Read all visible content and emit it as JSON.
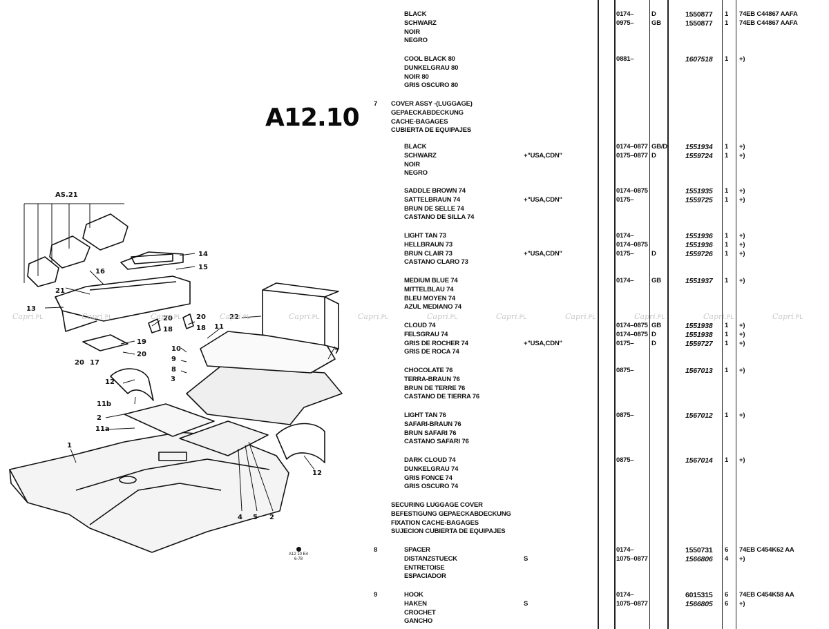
{
  "page": {
    "title": "A12.10",
    "watermark": "Capri",
    "watermark_suffix": ".PL"
  },
  "stamp": {
    "line1": "A12 10 E4",
    "line2": "6-78"
  },
  "diagram": {
    "callouts": [
      "AS.21",
      "14",
      "15",
      "16",
      "21",
      "13",
      "20",
      "18",
      "19",
      "20",
      "17",
      "20",
      "20",
      "18",
      "11",
      "22",
      "7",
      "10",
      "9",
      "8",
      "3",
      "12",
      "11b",
      "2",
      "11a",
      "1",
      "4",
      "5",
      "2",
      "12"
    ]
  },
  "rows": [
    {
      "ref": "",
      "lines": [
        "BLACK",
        "SCHWARZ",
        "NOIR",
        "NEGRO"
      ],
      "notes": [],
      "dates": [
        "0174–",
        "0975–"
      ],
      "codes": [
        "D",
        "GB"
      ],
      "parts": [
        "1550877",
        "1550877"
      ],
      "italic": false,
      "qty": [
        "1",
        "1"
      ],
      "refs": [
        "74EB C44867 AAFA",
        "74EB C44867 AAFA"
      ]
    },
    {
      "ref": "",
      "lines": [
        "COOL BLACK 80",
        "DUNKELGRAU 80",
        "NOIR 80",
        "GRIS OSCURO 80"
      ],
      "notes": [],
      "dates": [
        "0881–"
      ],
      "codes": [],
      "parts": [
        "1607518"
      ],
      "italic": true,
      "qty": [
        "1"
      ],
      "refs": [
        "+)"
      ]
    },
    {
      "ref": "7",
      "header": true,
      "lines": [
        "COVER ASSY -(LUGGAGE)",
        "GEPAECKABDECKUNG",
        "CACHE-BAGAGES",
        "CUBIERTA DE EQUIPAJES"
      ],
      "notes": [],
      "dates": [],
      "codes": [],
      "parts": [],
      "qty": [],
      "refs": []
    },
    {
      "ref": "",
      "lines": [
        "BLACK",
        "SCHWARZ",
        "NOIR",
        "NEGRO"
      ],
      "notes": [
        "",
        "+\"USA,CDN\""
      ],
      "dates": [
        "0174–0877",
        "0175–0877"
      ],
      "codes": [
        "GB/D",
        "D"
      ],
      "parts": [
        "1551934",
        "1559724"
      ],
      "italic": true,
      "qty": [
        "1",
        "1"
      ],
      "refs": [
        "+)",
        "+)"
      ]
    },
    {
      "ref": "",
      "lines": [
        "SADDLE BROWN 74",
        "SATTELBRAUN 74",
        "BRUN DE SELLE 74",
        "CASTANO DE SILLA 74"
      ],
      "notes": [
        "",
        "+\"USA,CDN\""
      ],
      "dates": [
        "0174–0875",
        "0175–"
      ],
      "codes": [],
      "parts": [
        "1551935",
        "1559725"
      ],
      "italic": true,
      "qty": [
        "1",
        "1"
      ],
      "refs": [
        "+)",
        "+)"
      ]
    },
    {
      "ref": "",
      "lines": [
        "LIGHT TAN 73",
        "HELLBRAUN 73",
        "BRUN CLAIR 73",
        "CASTANO CLARO 73"
      ],
      "notes": [
        "",
        "",
        "+\"USA,CDN\""
      ],
      "dates": [
        "0174–",
        "0174–0875",
        "0175–"
      ],
      "codes": [
        "",
        "",
        "D"
      ],
      "parts": [
        "1551936",
        "1551936",
        "1559726"
      ],
      "italic": true,
      "qty": [
        "1",
        "1",
        "1"
      ],
      "refs": [
        "+)",
        "+)",
        "+)"
      ]
    },
    {
      "ref": "",
      "lines": [
        "MEDIUM BLUE 74",
        "MITTELBLAU 74",
        "BLEU MOYEN 74",
        "AZUL MEDIANO 74"
      ],
      "notes": [],
      "dates": [
        "0174–"
      ],
      "codes": [
        "GB"
      ],
      "parts": [
        "1551937"
      ],
      "italic": true,
      "qty": [
        "1"
      ],
      "refs": [
        "+)"
      ]
    },
    {
      "ref": "",
      "lines": [
        "CLOUD 74",
        "FELSGRAU 74",
        "GRIS DE ROCHER 74",
        "GRIS DE ROCA 74"
      ],
      "notes": [
        "",
        "",
        "+\"USA,CDN\""
      ],
      "dates": [
        "0174–0875",
        "0174–0875",
        "0175–"
      ],
      "codes": [
        "GB",
        "D",
        "D"
      ],
      "parts": [
        "1551938",
        "1551938",
        "1559727"
      ],
      "italic": true,
      "qty": [
        "1",
        "1",
        "1"
      ],
      "refs": [
        "+)",
        "+)",
        "+)"
      ]
    },
    {
      "ref": "",
      "lines": [
        "CHOCOLATE 76",
        "TERRA-BRAUN 76",
        "BRUN DE TERRE 76",
        "CASTANO DE TIERRA 76"
      ],
      "notes": [],
      "dates": [
        "0875–"
      ],
      "codes": [],
      "parts": [
        "1567013"
      ],
      "italic": true,
      "qty": [
        "1"
      ],
      "refs": [
        "+)"
      ]
    },
    {
      "ref": "",
      "lines": [
        "LIGHT TAN 76",
        "SAFARI-BRAUN 76",
        "BRUN SAFARI 76",
        "CASTANO SAFARI 76"
      ],
      "notes": [],
      "dates": [
        "0875–"
      ],
      "codes": [],
      "parts": [
        "1567012"
      ],
      "italic": true,
      "qty": [
        "1"
      ],
      "refs": [
        "+)"
      ]
    },
    {
      "ref": "",
      "lines": [
        "DARK CLOUD 74",
        "DUNKELGRAU 74",
        "GRIS FONCE 74",
        "GRIS OSCURO 74"
      ],
      "notes": [],
      "dates": [
        "0875–"
      ],
      "codes": [],
      "parts": [
        "1567014"
      ],
      "italic": true,
      "qty": [
        "1"
      ],
      "refs": [
        "+)"
      ]
    },
    {
      "ref": "",
      "header": true,
      "lines": [
        "SECURING LUGGAGE COVER",
        "BEFESTIGUNG GEPAECKABDECKUNG",
        "FIXATION CACHE-BAGAGES",
        "SUJECION CUBIERTA DE EQUIPAJES"
      ],
      "notes": [],
      "dates": [],
      "codes": [],
      "parts": [],
      "qty": [],
      "refs": []
    },
    {
      "ref": "8",
      "lines": [
        "SPACER",
        "DISTANZSTUECK",
        "ENTRETOISE",
        "ESPACIADOR"
      ],
      "notes": [
        "",
        "S"
      ],
      "dates": [
        "0174–",
        "1075–0877"
      ],
      "codes": [],
      "parts": [
        "1550731",
        "1566806"
      ],
      "italic_flags": [
        false,
        true
      ],
      "qty": [
        "6",
        "4"
      ],
      "refs": [
        "74EB C454K62 AA",
        "+)"
      ]
    },
    {
      "ref": "9",
      "lines": [
        "HOOK",
        "HAKEN",
        "CROCHET",
        "GANCHO"
      ],
      "notes": [
        "",
        "S"
      ],
      "dates": [
        "0174–",
        "1075–0877"
      ],
      "codes": [],
      "parts": [
        "6015315",
        "1566805"
      ],
      "italic_flags": [
        false,
        true
      ],
      "qty": [
        "6",
        "6"
      ],
      "refs": [
        "74EB C454K58 AA",
        "+)"
      ]
    }
  ]
}
